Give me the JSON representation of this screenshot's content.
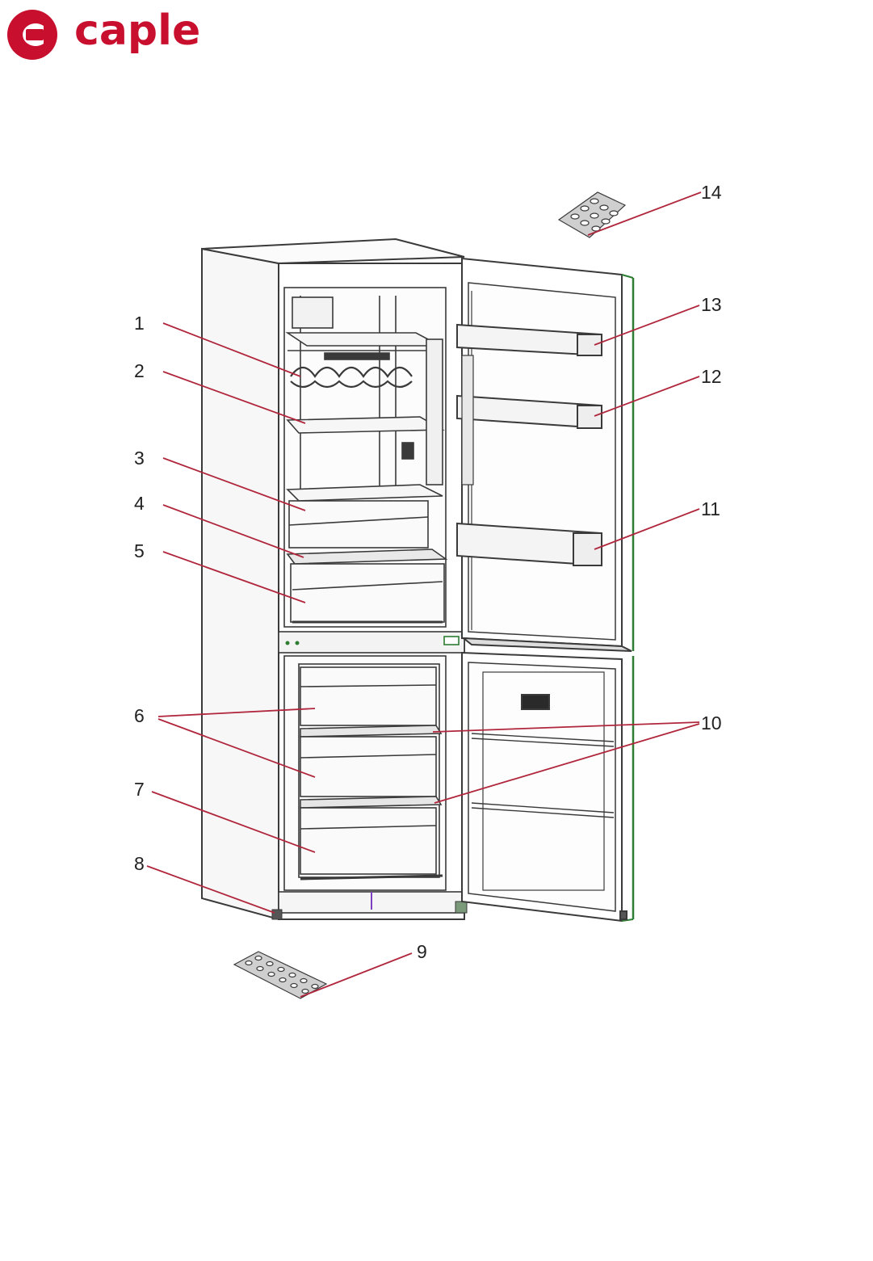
{
  "brand": {
    "name": "caple",
    "color": "#c8102e",
    "icon": "caple-logo-icon"
  },
  "colors": {
    "leader": "#b0263c",
    "outline": "#3a3a3a",
    "door_edge": "#2e7d32"
  },
  "callouts": [
    {
      "num": "1"
    },
    {
      "num": "2"
    },
    {
      "num": "3"
    },
    {
      "num": "4"
    },
    {
      "num": "5"
    },
    {
      "num": "6"
    },
    {
      "num": "7"
    },
    {
      "num": "8"
    },
    {
      "num": "9"
    },
    {
      "num": "10"
    },
    {
      "num": "11"
    },
    {
      "num": "12"
    },
    {
      "num": "13"
    },
    {
      "num": "14"
    }
  ]
}
